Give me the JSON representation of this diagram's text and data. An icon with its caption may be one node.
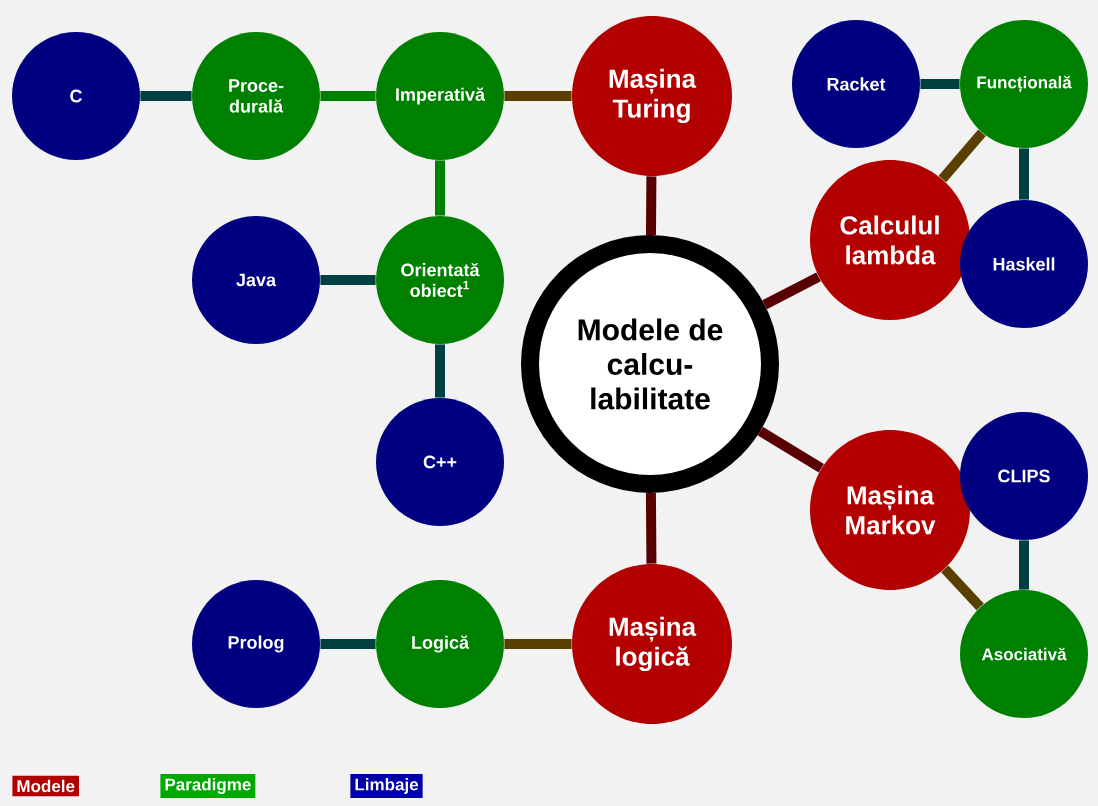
{
  "diagram": {
    "nodes": [
      {
        "text": [
          "C"
        ]
      },
      {
        "text": [
          "Proce- durală"
        ]
      },
      {
        "text": [
          "Imperativă"
        ]
      },
      {
        "text": [
          "Mașina Turing"
        ]
      },
      {
        "text": [
          "Racket"
        ]
      },
      {
        "text": [
          "Funcțională"
        ]
      },
      {
        "text": [
          "Java"
        ]
      },
      {
        "text": [
          "Orientată obiect$^{1}$"
        ]
      },
      {
        "text": [
          "Calculul lambda"
        ]
      },
      {
        "text": [
          "Haskell"
        ]
      },
      {
        "text": [
          "Modele de calcu- labilitate"
        ]
      },
      {
        "text": [
          "C++"
        ]
      },
      {
        "text": [
          "Mașina Markov"
        ]
      },
      {
        "text": [
          "CLIPS"
        ]
      },
      {
        "text": [
          "Prolog"
        ]
      },
      {
        "text": [
          "Logică"
        ]
      },
      {
        "text": [
          "Mașina logică"
        ]
      },
      {
        "text": [
          "Asociativă"
        ]
      }
    ],
    "edges": [
      {
        "from": 10,
        "to": 3,
        "arrow": "none"
      },
      {
        "from": 10,
        "to": 8,
        "arrow": "none"
      },
      {
        "from": 10,
        "to": 12,
        "arrow": "none"
      },
      {
        "from": 10,
        "to": 16,
        "arrow": "none"
      },
      {
        "from": 3,
        "to": 2,
        "arrow": "none"
      },
      {
        "from": 2,
        "to": 1,
        "arrow": "none"
      },
      {
        "from": 1,
        "to": 0,
        "arrow": "none"
      },
      {
        "from": 2,
        "to": 7,
        "arrow": "none"
      },
      {
        "from": 7,
        "to": 6,
        "arrow": "none"
      },
      {
        "from": 7,
        "to": 11,
        "arrow": "none"
      },
      {
        "from": 8,
        "to": 5,
        "arrow": "none"
      },
      {
        "from": 5,
        "to": 4,
        "arrow": "none"
      },
      {
        "from": 5,
        "to": 9,
        "arrow": "none"
      },
      {
        "from": 12,
        "to": 17,
        "arrow": "none"
      },
      {
        "from": 17,
        "to": 13,
        "arrow": "none"
      },
      {
        "from": 16,
        "to": 15,
        "arrow": "none"
      },
      {
        "from": 15,
        "to": 14,
        "arrow": "none"
      }
    ],
    "legend": [
      {
        "text": "Modele",
        "color": "#b00000"
      },
      {
        "text": "Paradigme",
        "color": "#00a800"
      },
      {
        "text": "Limbaje",
        "color": "#0000a8"
      }
    ]
  }
}
